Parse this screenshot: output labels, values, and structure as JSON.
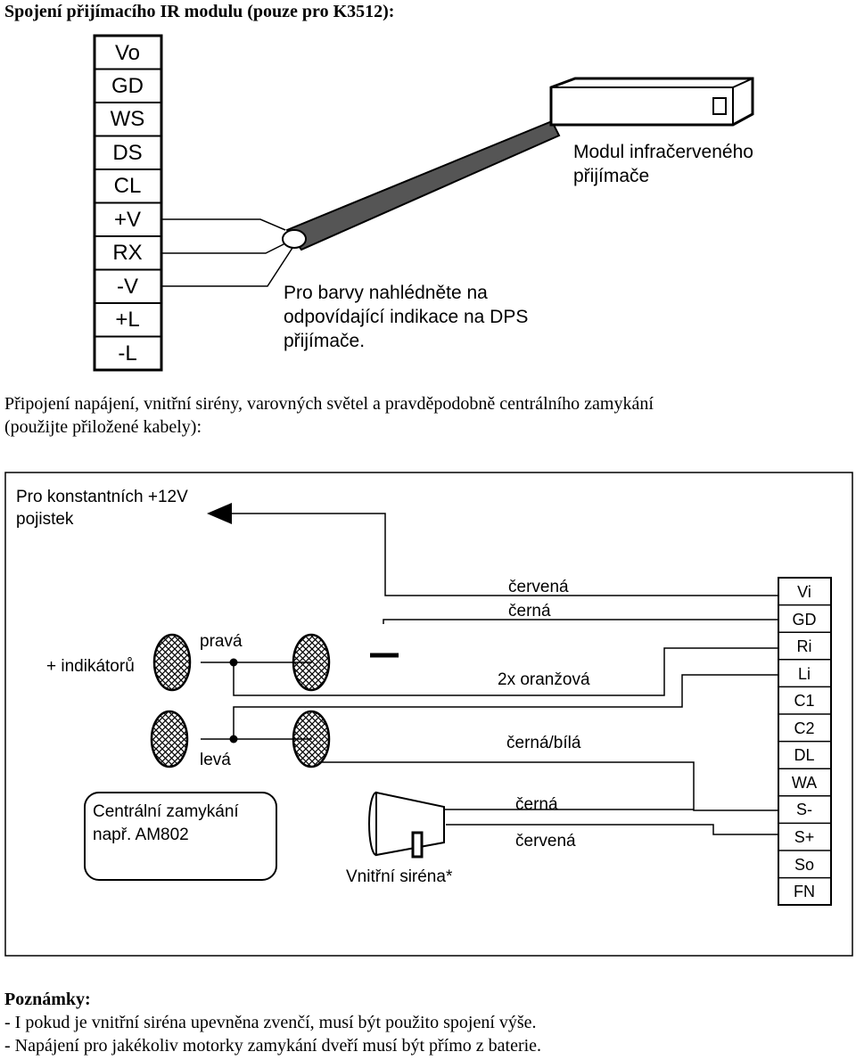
{
  "section_ir": {
    "title": "Spojení přijímacího IR modulu (pouze pro K3512):",
    "connector_pins": [
      "Vo",
      "GD",
      "WS",
      "DS",
      "CL",
      "+V",
      "RX",
      "-V",
      "+L",
      "-L"
    ],
    "module_label": [
      "Modul infračerveného",
      "přijímače"
    ],
    "color_note": [
      "Pro barvy nahlédněte na",
      "odpovídající indikace na DPS",
      "přijímače."
    ]
  },
  "section_power": {
    "paragraph": [
      "Připojení napájení, vnitřní sirény, varovných světel a pravděpodobně centrálního zamykání",
      "(použijte přiložené kabely):"
    ],
    "constant_label": [
      "Pro konstantních +12V",
      "pojistek"
    ],
    "terminals": [
      "Vi",
      "GD",
      "Ri",
      "Li",
      "C1",
      "C2",
      "DL",
      "WA",
      "S-",
      "S+",
      "So",
      "FN"
    ],
    "wire_labels": {
      "red": "červená",
      "black": "černá",
      "orange": "2x oranžová",
      "black_white": "černá/bílá",
      "siren_black": "černá",
      "siren_red": "červená"
    },
    "indicator_plus": "+ indikátorů",
    "right_label": "pravá",
    "left_label": "levá",
    "central_locking": [
      "Centrální zamykání",
      "např. AM802"
    ],
    "siren_label": "Vnitřní siréna*"
  },
  "notes": {
    "title": "Poznámky:",
    "lines": [
      "- I pokud je vnitřní siréna upevněna zvenčí, musí být použito spojení výše.",
      "- Napájení pro jakékoliv motorky zamykání dveří musí být přímo z baterie."
    ]
  }
}
